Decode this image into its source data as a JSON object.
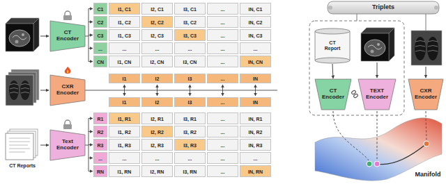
{
  "diagram": {
    "nodes": [
      {
        "text": [
          "CT Encoder"
        ]
      },
      {
        "text": [
          "CXR Encoder"
        ]
      },
      {
        "text": [
          "Text Encoder"
        ]
      },
      {
        "text": [
          "Triplets"
        ]
      },
      {
        "text": [
          "CT Report"
        ]
      },
      {
        "text": [
          "CT Encoder"
        ]
      },
      {
        "text": [
          "TEXT Encoder"
        ]
      },
      {
        "text": [
          "CXR Encoder"
        ]
      }
    ],
    "edges": [
      {
        "from": 4,
        "to": 5,
        "arrow": "to"
      }
    ],
    "labels": [
      "CT Reports",
      "C1",
      "I1, C1",
      "I2, C1",
      "I3, C1",
      "...",
      "IN, C1",
      "C2",
      "I1, C2",
      "I2, C2",
      "I3, C2",
      "...",
      "IN, C2",
      "C3",
      "I1, C3",
      "I2, C3",
      "I3, C3",
      "...",
      "IN, C3",
      "...",
      "...",
      "...",
      "...",
      "...",
      "...",
      "CN",
      "I1, CN",
      "I2, CN",
      "I3, CN",
      "...",
      "IN, CN",
      "I1",
      "I2",
      "I3",
      "...",
      "IN",
      "I1",
      "I2",
      "I3",
      "...",
      "IN",
      "R1",
      "I1, R1",
      "I2, R1",
      "I3, R1",
      "...",
      "IN, R1",
      "R2",
      "I1, R2",
      "I2, R2",
      "I3, R2",
      "...",
      "IN, R2",
      "R3",
      "I1, R3",
      "I2, R3",
      "I3, R3",
      "...",
      "IN, R3",
      "...",
      "...",
      "...",
      "...",
      "...",
      "...",
      "RN",
      "I1, RN",
      "I2, RN",
      "I3, RN",
      "...",
      "IN, RN",
      "Manifold"
    ]
  }
}
